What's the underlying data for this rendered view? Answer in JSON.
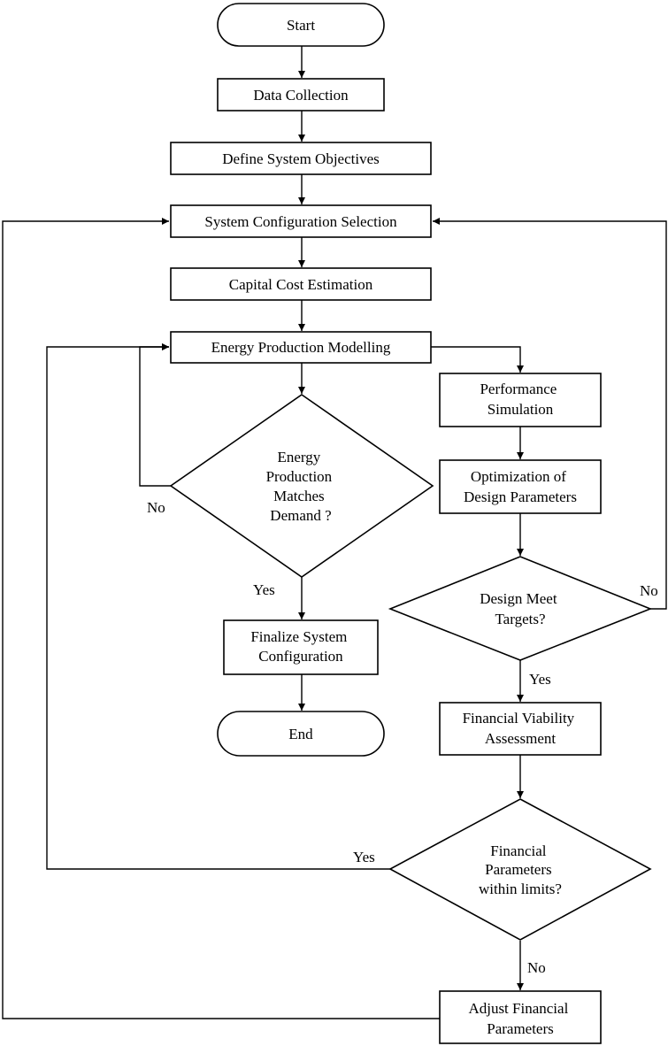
{
  "nodes": {
    "start": "Start",
    "data_collection": "Data Collection",
    "define_objectives": "Define System Objectives",
    "config_selection": "System Configuration Selection",
    "capital_cost": "Capital Cost Estimation",
    "energy_modelling": "Energy Production Modelling",
    "energy_decision": [
      "Energy",
      "Production",
      "Matches",
      "Demand ?"
    ],
    "finalize": [
      "Finalize System",
      "Configuration"
    ],
    "end": "End",
    "performance_sim": [
      "Performance",
      "Simulation"
    ],
    "optimization": [
      "Optimization of",
      "Design Parameters"
    ],
    "design_decision": [
      "Design Meet",
      "Targets?"
    ],
    "financial_assessment": [
      "Financial Viability",
      "Assessment"
    ],
    "financial_decision": [
      "Financial",
      "Parameters",
      "within limits?"
    ],
    "adjust_financial": [
      "Adjust Financial",
      "Parameters"
    ]
  },
  "edge_labels": {
    "energy_no": "No",
    "energy_yes": "Yes",
    "design_no": "No",
    "design_yes": "Yes",
    "financial_yes": "Yes",
    "financial_no": "No"
  }
}
